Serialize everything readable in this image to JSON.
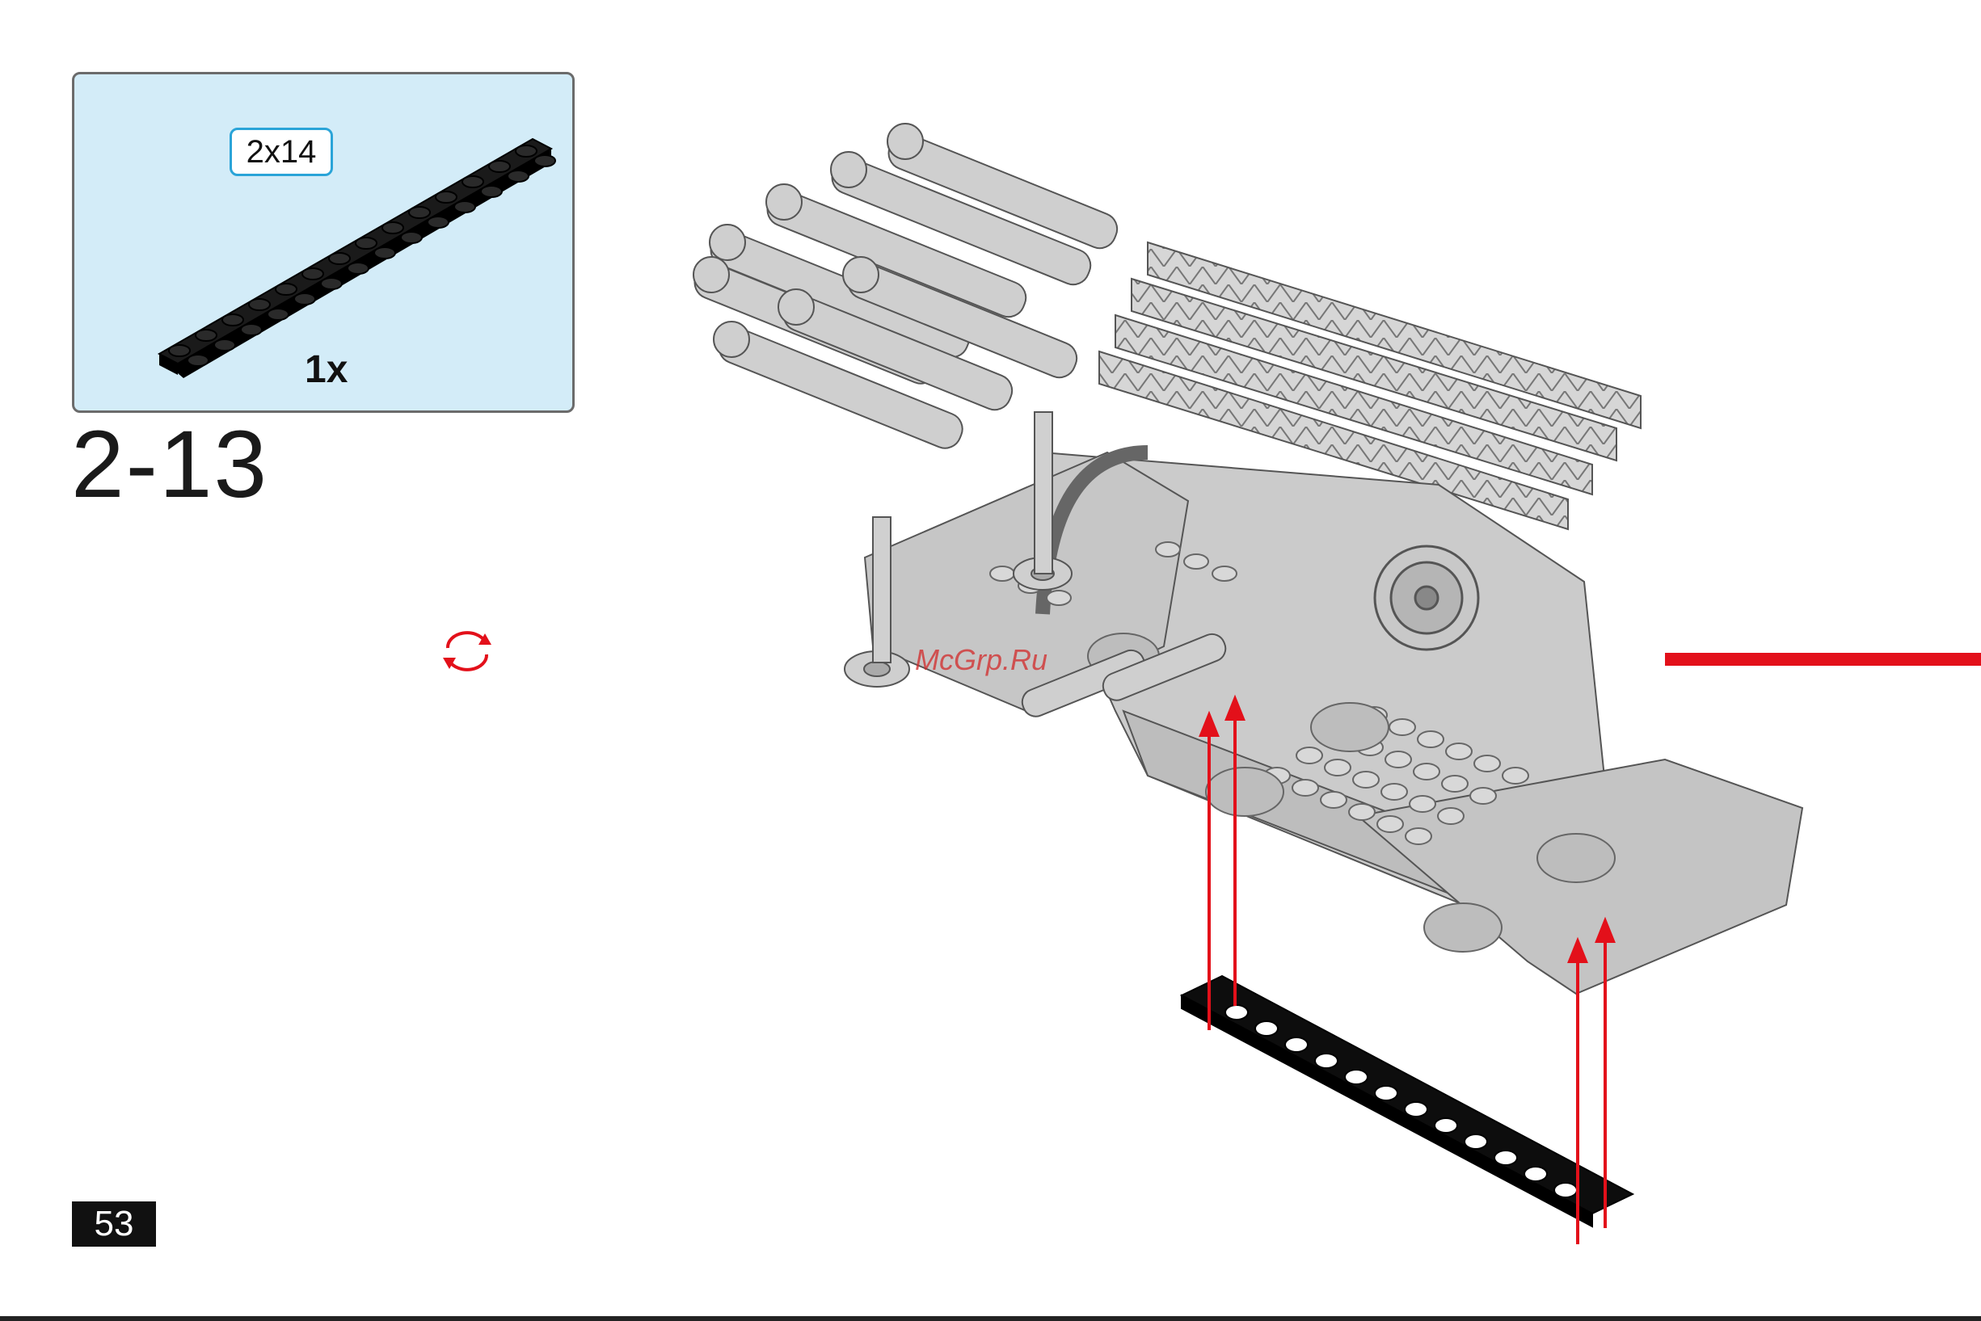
{
  "parts_callout": {
    "part_size": "2x14",
    "quantity": "1x"
  },
  "step": {
    "number": "2-13"
  },
  "page": {
    "number": "53"
  },
  "watermark": {
    "text": "McGrp.Ru"
  },
  "icons": {
    "rotate": "rotate-icon",
    "arrow": "red-arrow-icon"
  },
  "colors": {
    "callout_background": "#d3ecf8",
    "badge_border": "#2aa4d8",
    "arrow_red": "#e3101a",
    "model_gray": "#c8c8c8",
    "plate_black": "#0d0d0d"
  }
}
